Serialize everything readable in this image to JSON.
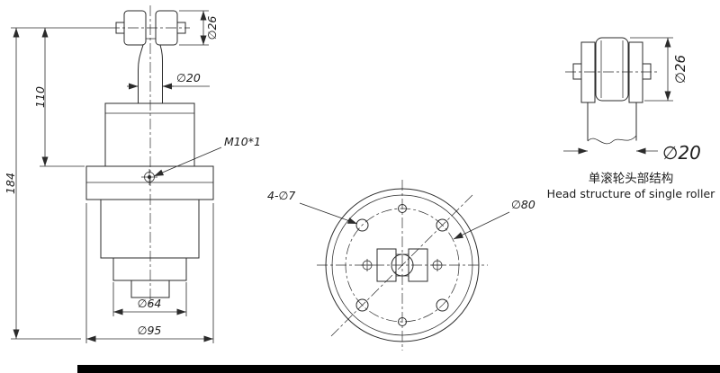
{
  "front_view": {
    "dim_26": "∅26",
    "dim_20": "∅20",
    "dim_110": "110",
    "dim_184": "184",
    "thread": "M10*1",
    "dim_64": "∅64",
    "dim_95": "∅95"
  },
  "bottom_view": {
    "holes": "4-∅7",
    "bolt_circle": "∅80"
  },
  "detail_view": {
    "dim_26": "∅26",
    "dim_20": "∅20",
    "caption_zh": "单滚轮头部结构",
    "caption_en": "Head structure of single roller"
  },
  "colors": {
    "line": "#2b2b2b",
    "background": "#ffffff",
    "pad_fill": "#a9a9a9",
    "bottom_bar": "#000000"
  }
}
